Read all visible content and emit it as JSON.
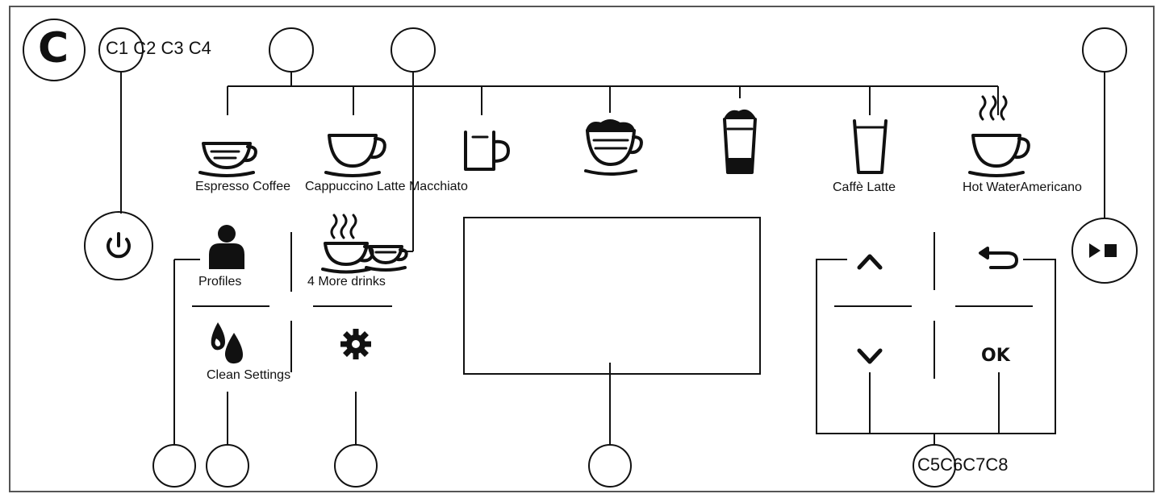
{
  "panel": {
    "big_letter": "C",
    "top_callouts": "C1 C2 C3 C4",
    "bottom_callouts": "C5C6C7C8"
  },
  "drinks": [
    {
      "label": "Espresso Coffee",
      "icon": "espresso-cup-icon"
    },
    {
      "label": "Cappuccino Latte Macchiato",
      "icon": "coffee-cup-icon"
    },
    {
      "label": "",
      "icon": "mug-icon"
    },
    {
      "label": "",
      "icon": "cappuccino-cup-icon"
    },
    {
      "label": "",
      "icon": "latte-macchiato-glass-icon"
    },
    {
      "label": "Caffè Latte",
      "icon": "caffe-latte-glass-icon"
    },
    {
      "label": "Hot WaterAmericano",
      "icon": "hot-water-cup-icon"
    }
  ],
  "controls": {
    "profiles": "Profiles",
    "more_drinks": "4 More drinks",
    "clean_settings": "Clean Settings",
    "ok": "OK"
  },
  "icons": {
    "power": "power-icon",
    "start_stop": "play-stop-icon",
    "profiles": "person-icon",
    "clean": "water-drops-icon",
    "settings": "gear-icon",
    "up": "chevron-up-icon",
    "down": "chevron-down-icon",
    "back": "back-arrow-icon"
  }
}
